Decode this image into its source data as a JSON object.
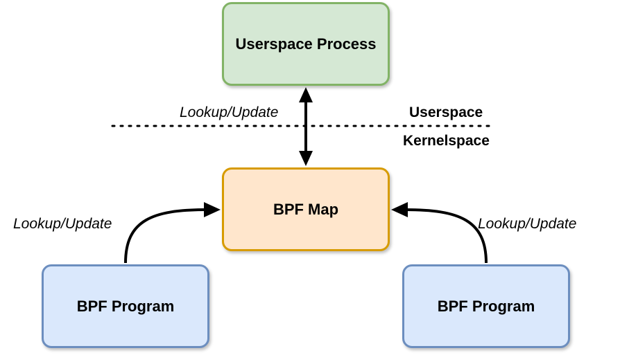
{
  "nodes": {
    "userspace_process": {
      "label": "Userspace Process",
      "fill": "#d5e8d4",
      "stroke": "#82b366"
    },
    "bpf_map": {
      "label": "BPF Map",
      "fill": "#ffe6cc",
      "stroke": "#d79b00"
    },
    "bpf_program_left": {
      "label": "BPF Program",
      "fill": "#dae8fc",
      "stroke": "#6c8ebf"
    },
    "bpf_program_right": {
      "label": "BPF Program",
      "fill": "#dae8fc",
      "stroke": "#6c8ebf"
    }
  },
  "edges": {
    "userspace_to_map": {
      "label": "Lookup/Update"
    },
    "left_program_to_map": {
      "label": "Lookup/Update"
    },
    "right_program_to_map": {
      "label": "Lookup/Update"
    }
  },
  "boundary": {
    "upper_label": "Userspace",
    "lower_label": "Kernelspace"
  }
}
